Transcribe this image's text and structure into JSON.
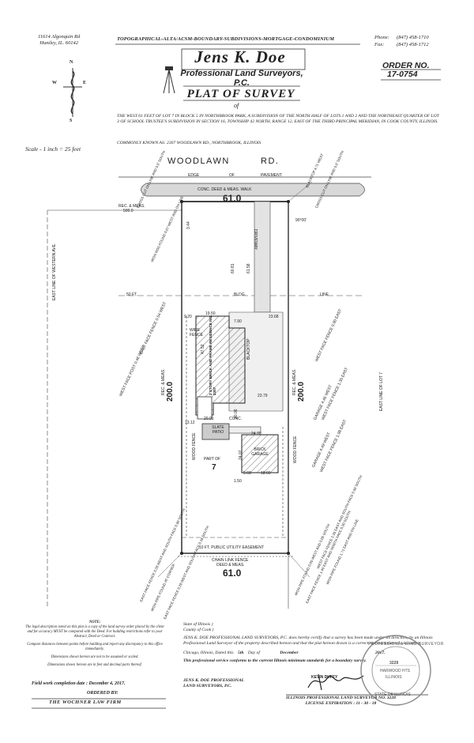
{
  "header": {
    "address_line1": "11614 Algonquin Rd",
    "address_line2": "Huntley, IL. 60142",
    "services": "TOPOGRAPHICAL-ALTA/ACSM-BOUNDARY-SUBDIVISIONS-MORTGAGE-CONDOMINIUM",
    "phone_label": "Phone:",
    "phone": "(847) 458-1710",
    "fax_label": "Fax:",
    "fax": "(847) 458-1712"
  },
  "title": {
    "surveyor": "Jens K. Doe",
    "company": "Professional Land Surveyors, P.C.",
    "document": "PLAT OF SURVEY",
    "of": "of"
  },
  "order": {
    "label": "ORDER NO.",
    "number": "17-0754"
  },
  "legal_description": "THE WEST 61 FEET OF LOT 7 IN BLOCK 5 IN NORTHBROOK PARK, A SUBDIVISION OF THE NORTH HALF OF LOTS 1 AND 2 AND THE NORTHEAST QUARTER OF LOT 3 OF SCHOOL TRUSTEE'S SUBDIVISION IN SECTION 16, TOWNSHIP 42 NORTH, RANGE 12, EAST OF THE THIRD PRINCIPAL MERIDIAN, IN COOK COUNTY, ILLINOIS.",
  "commonly_known": "COMMONLY KNOWN AS: 2307 WOODLAWN RD., NORTHBROOK, ILLINOIS",
  "compass": {
    "n": "N",
    "s": "S",
    "e": "E",
    "w": "W"
  },
  "scale": "Scale - 1 inch = 25 feet",
  "plat": {
    "street_left": "WOODLAWN",
    "street_right": "RD.",
    "edge": "EDGE",
    "of_word": "OF",
    "pavement": "PAVEMENT",
    "walk": "CONC.   DEED & MEAS.   WALK",
    "front_dim": "61.0",
    "rear_dim": "61.0",
    "rear_label1": "CHAIN LINK FENCE",
    "rear_label2": "DEED & MEAS.",
    "west_line": "EAST LINE OF WESTERN AVE.",
    "east_line": "EAST LINE OF LOT 7",
    "west_dim": "200.0",
    "east_dim": "200.0",
    "west_dim_label": "REC. & MEAS.",
    "east_dim_label": "REC. & MEAS.",
    "rec_meas": "REC. & MEAS.",
    "rec_meas_val": "500.0",
    "angle": "90°00'",
    "setback_label": "50 FT.",
    "bldg": "BLDG.",
    "line": "LINE",
    "house": "2 STORY BRICK AND FRAME RESIDENCE NO. 2307",
    "blacktop": "BLACKTOP",
    "driveway": "DRIVEWAY",
    "garage": "BRICK GARAGE",
    "patio": "SLATE PATIO",
    "conc": "CONC.",
    "wire_fence": "WIRE FENCE",
    "wood_fence_w": "WOOD FENCE",
    "wood_fence_e": "WOOD FENCE",
    "part_of": "PART OF",
    "lot_no": "7",
    "easement": "10 FT. PUBLIC UTILITY EASEMENT",
    "d_19": "19.50",
    "d_790": "7.90",
    "d_2368": "23.68",
    "d_920": "9.20",
    "d_2379": "23.79",
    "d_2001": "20.01",
    "d_1312": "13.12",
    "d_2470": "24.70",
    "d_1866": "18.66",
    "d_568": "5.68",
    "d_4752": "47.52",
    "d_6081": "60.81",
    "d_6158": "61.58",
    "d_2407": "24.07",
    "d_344": "3.44",
    "d_150": "1.50",
    "d_2006": "20.06",
    "east_fence1": "EAST FACE FENCE 0.54 WEST",
    "west_post": "WEST FACE POST 0.46 WEST",
    "west_fence1": "WEST FACE FENCE 0.90 EAST",
    "garage_note": "GARAGE 4.46 WEST",
    "west_fence2": "WEST FACE FENCE 1.30 EAST",
    "garage_note2": "GARAGE 4.49 WEST",
    "west_fence3": "WEST FACE FENCE 1.98 EAST",
    "iron_pipe1": "IRON ROD FOUND 0.07 WEST AND ON LINE",
    "cross_cut": "CROSS CUT ON LINE AND 5.0' SOUTH",
    "cross_cut2": "CROSS CUT ON LINE AND 5.0' SOUTH",
    "blacktop_note": "BLACKTOP 4.71 WEST",
    "corner_sw1": "EAST FACE FENCE 0.28 WEST AND SOUTH FACE 0.50 SOUTH",
    "corner_sw2": "IRON PIPE FOUND AT CORNER",
    "corner_sw3": "EAST FACE FENCE 0.28 WEST AND SOUTH FACE 0.18 SOUTH",
    "corner_se1": "IRON PIPE FOUND 0.05 WEST AND 0.05 SOUTH",
    "corner_se2": "EAST FACE FENCE 1.40 EAST AND NORTH FACE 0.30 SOUTH",
    "corner_se3": "WEST FACE FENCE 2.35 EAST AND SOUTH FACE 0.50 SOUTH",
    "corner_se4": "IRON PIPE FOUND 1.71 EAST AND ON LINE"
  },
  "notes": {
    "heading": "NOTE:",
    "n1": "The legal description noted on this plat is a copy of the land survey order placed by the client and for accuracy MUST be compared with the Deed. For building restrictions refer to your Abstract, Deed or Contract.",
    "n2": "Compare distances between points before building and report any discrepancy to this office immediately.",
    "n3": "Dimensions shown hereon are not to be assumed or scaled.",
    "n4": "Dimensions shown hereon are in feet and decimal parts thereof.",
    "field_work": "Field work completion date : December 4, 2017.",
    "ordered_by": "ORDERED BY:",
    "firm": "THE WOCHNER LAW FIRM"
  },
  "certificate": {
    "state": "State of Illinois )",
    "county": "County of Cook )",
    "text": "JENS K. DOE PROFESSIONAL LAND SURVEYORS, P.C. does hereby certify that a survey has been made under its direction, by an Illinois Professional Land Surveyor of the property described hereon and that the plat hereon drawn is a correct representation of said survey.",
    "dated_prefix": "Chicago, Illinois, Dated this",
    "day": "5th",
    "day_of": "Day of",
    "month": "December",
    "year": "2017.",
    "standard": "This professional service conforms to the current Illinois minimum standards for a boundary survey.",
    "company1": "JENS K. DOE PROFESSIONAL",
    "company2": "LAND SURVEYORS, P.C.",
    "surveyor_print": "KEVIN DUFFY",
    "lic_line": "ILLINOIS PROFESSIONAL LAND SURVEYOR NO. 3228",
    "expiration": "LICENSE EXPIRATION : 11 - 30 - 18"
  },
  "seal": {
    "ring_top": "PROFESSIONAL LAND SURVEYOR",
    "number": "3228",
    "town": "HARWOOD HTS",
    "state": "ILLINOIS",
    "ring_bottom": "STATE OF ILLINOIS"
  }
}
